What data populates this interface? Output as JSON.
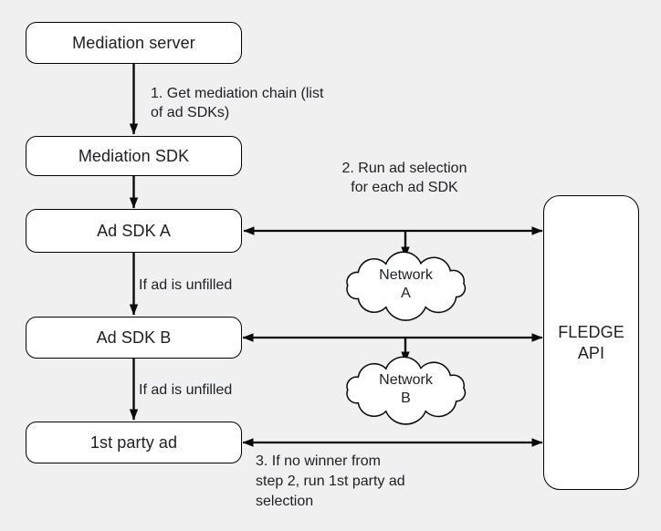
{
  "diagram": {
    "background_color": "#f0f0f1",
    "node_fill_color": "#ffffff",
    "node_border_color": "#000000",
    "text_color": "#202124",
    "nodes": {
      "mediation_server": {
        "label": "Mediation server"
      },
      "mediation_sdk": {
        "label": "Mediation SDK"
      },
      "ad_sdk_a": {
        "label": "Ad SDK A"
      },
      "ad_sdk_b": {
        "label": "Ad SDK B"
      },
      "first_party_ad": {
        "label": "1st party ad"
      },
      "fledge_api": {
        "lines": [
          "FLEDGE",
          "API"
        ]
      }
    },
    "clouds": {
      "network_a": {
        "lines": [
          "Network",
          "A"
        ]
      },
      "network_b": {
        "lines": [
          "Network",
          "B"
        ]
      }
    },
    "annotations": {
      "step1": {
        "lines": [
          "1. Get mediation chain (list",
          "of ad SDKs)"
        ]
      },
      "step2": {
        "lines": [
          "2. Run ad selection",
          "for each ad SDK"
        ]
      },
      "step3": {
        "lines": [
          "3. If no winner from",
          "step 2, run 1st party ad",
          "selection"
        ]
      },
      "unfilled_a": {
        "label": "If ad is unfilled"
      },
      "unfilled_b": {
        "label": "If ad is unfilled"
      }
    }
  }
}
